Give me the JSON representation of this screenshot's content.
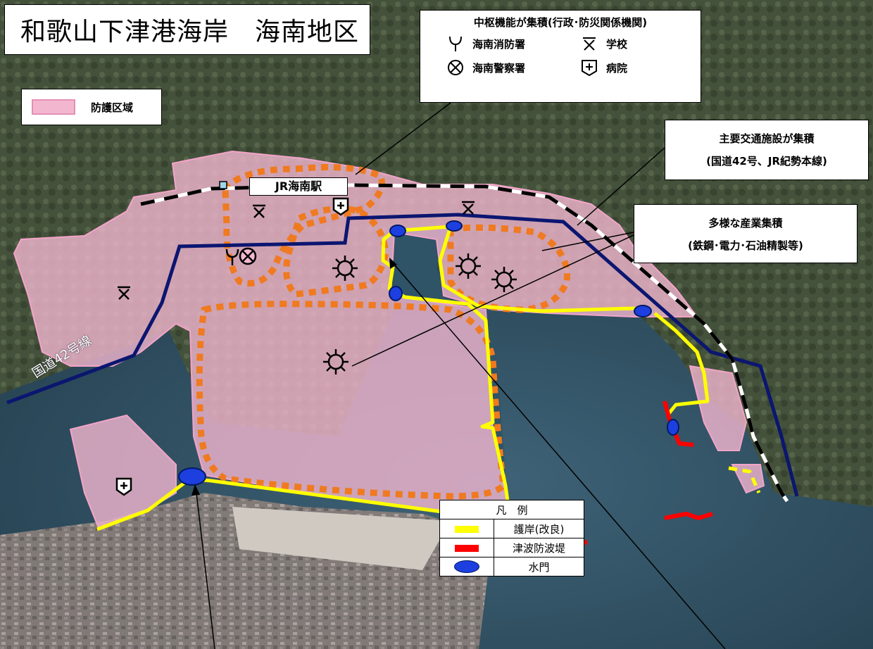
{
  "title": "和歌山下津港海岸　海南地区",
  "legend_zone": {
    "label": "防護区域",
    "fill": "#f2b7cf",
    "stroke": "#e58fb4"
  },
  "facilities_box": {
    "title": "中枢機能が集積(行政･防災関係機関)",
    "items": [
      {
        "icon": "fire-station-icon",
        "label": "海南消防署"
      },
      {
        "icon": "school-icon",
        "label": "学校"
      },
      {
        "icon": "police-station-icon",
        "label": "海南警察署"
      },
      {
        "icon": "hospital-icon",
        "label": "病院"
      }
    ]
  },
  "transport_box": {
    "line1": "主要交通施設が集積",
    "line2": "(国道42号、JR紀勢本線)"
  },
  "industry_box": {
    "line1": "多様な産業集積",
    "line2": "(鉄鋼･電力･石油精製等)"
  },
  "station_label": "JR海南駅",
  "route_label": "国道42号線",
  "legend": {
    "title": "凡　例",
    "items": [
      {
        "label": "護岸(改良)",
        "kind": "bar",
        "color": "#ffff00"
      },
      {
        "label": "津波防波堤",
        "kind": "bar",
        "color": "#ff0000"
      },
      {
        "label": "水門",
        "kind": "oval",
        "color": "#1d3fe0"
      }
    ]
  },
  "colors": {
    "seawall": "#ffff00",
    "breakwater": "#ff0000",
    "sluice_gate": "#1d3fe0",
    "route42": "#0b1670",
    "railway": "#000000",
    "core_area_outline": "#f07a20",
    "sea": "#2d4f66",
    "land": "#4d5a44"
  }
}
